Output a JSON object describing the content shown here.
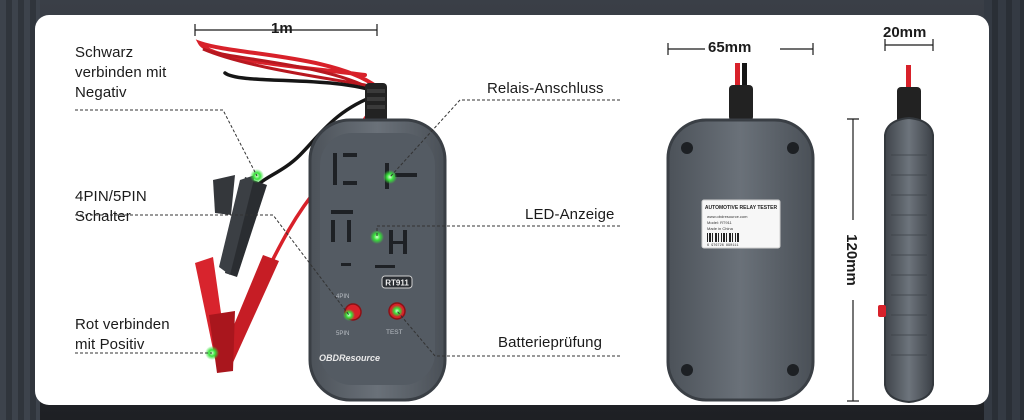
{
  "labels": {
    "black_to_negative": [
      "Schwarz",
      "verbinden mit",
      "Negativ"
    ],
    "pin_switch": [
      "4PIN/5PIN",
      "Schalter"
    ],
    "red_to_positive": [
      "Rot verbinden",
      "mit Positiv"
    ],
    "relay_port": "Relais-Anschluss",
    "led_indicator": "LED-Anzeige",
    "battery_check": "Batterieprüfung"
  },
  "dimensions": {
    "cable_length": "1m",
    "width": "65mm",
    "depth": "20mm",
    "height": "120mm"
  },
  "device": {
    "model": "RT911",
    "brand": "OBDResource",
    "pin4_label": "4PIN",
    "pin5_label": "5PIN",
    "test_label": "TEST",
    "back_label_title": "AUTOMOTIVE RELAY TESTER",
    "back_label_lines": [
      "www.obdresource.com",
      "Model: RT911",
      "Made in China"
    ],
    "back_barcode": "6 976726 890111"
  },
  "colors": {
    "body": "#5b626a",
    "face": "#4a5058",
    "red": "#d8212a",
    "led_green": "#37e23a",
    "cable_black": "#161616"
  }
}
